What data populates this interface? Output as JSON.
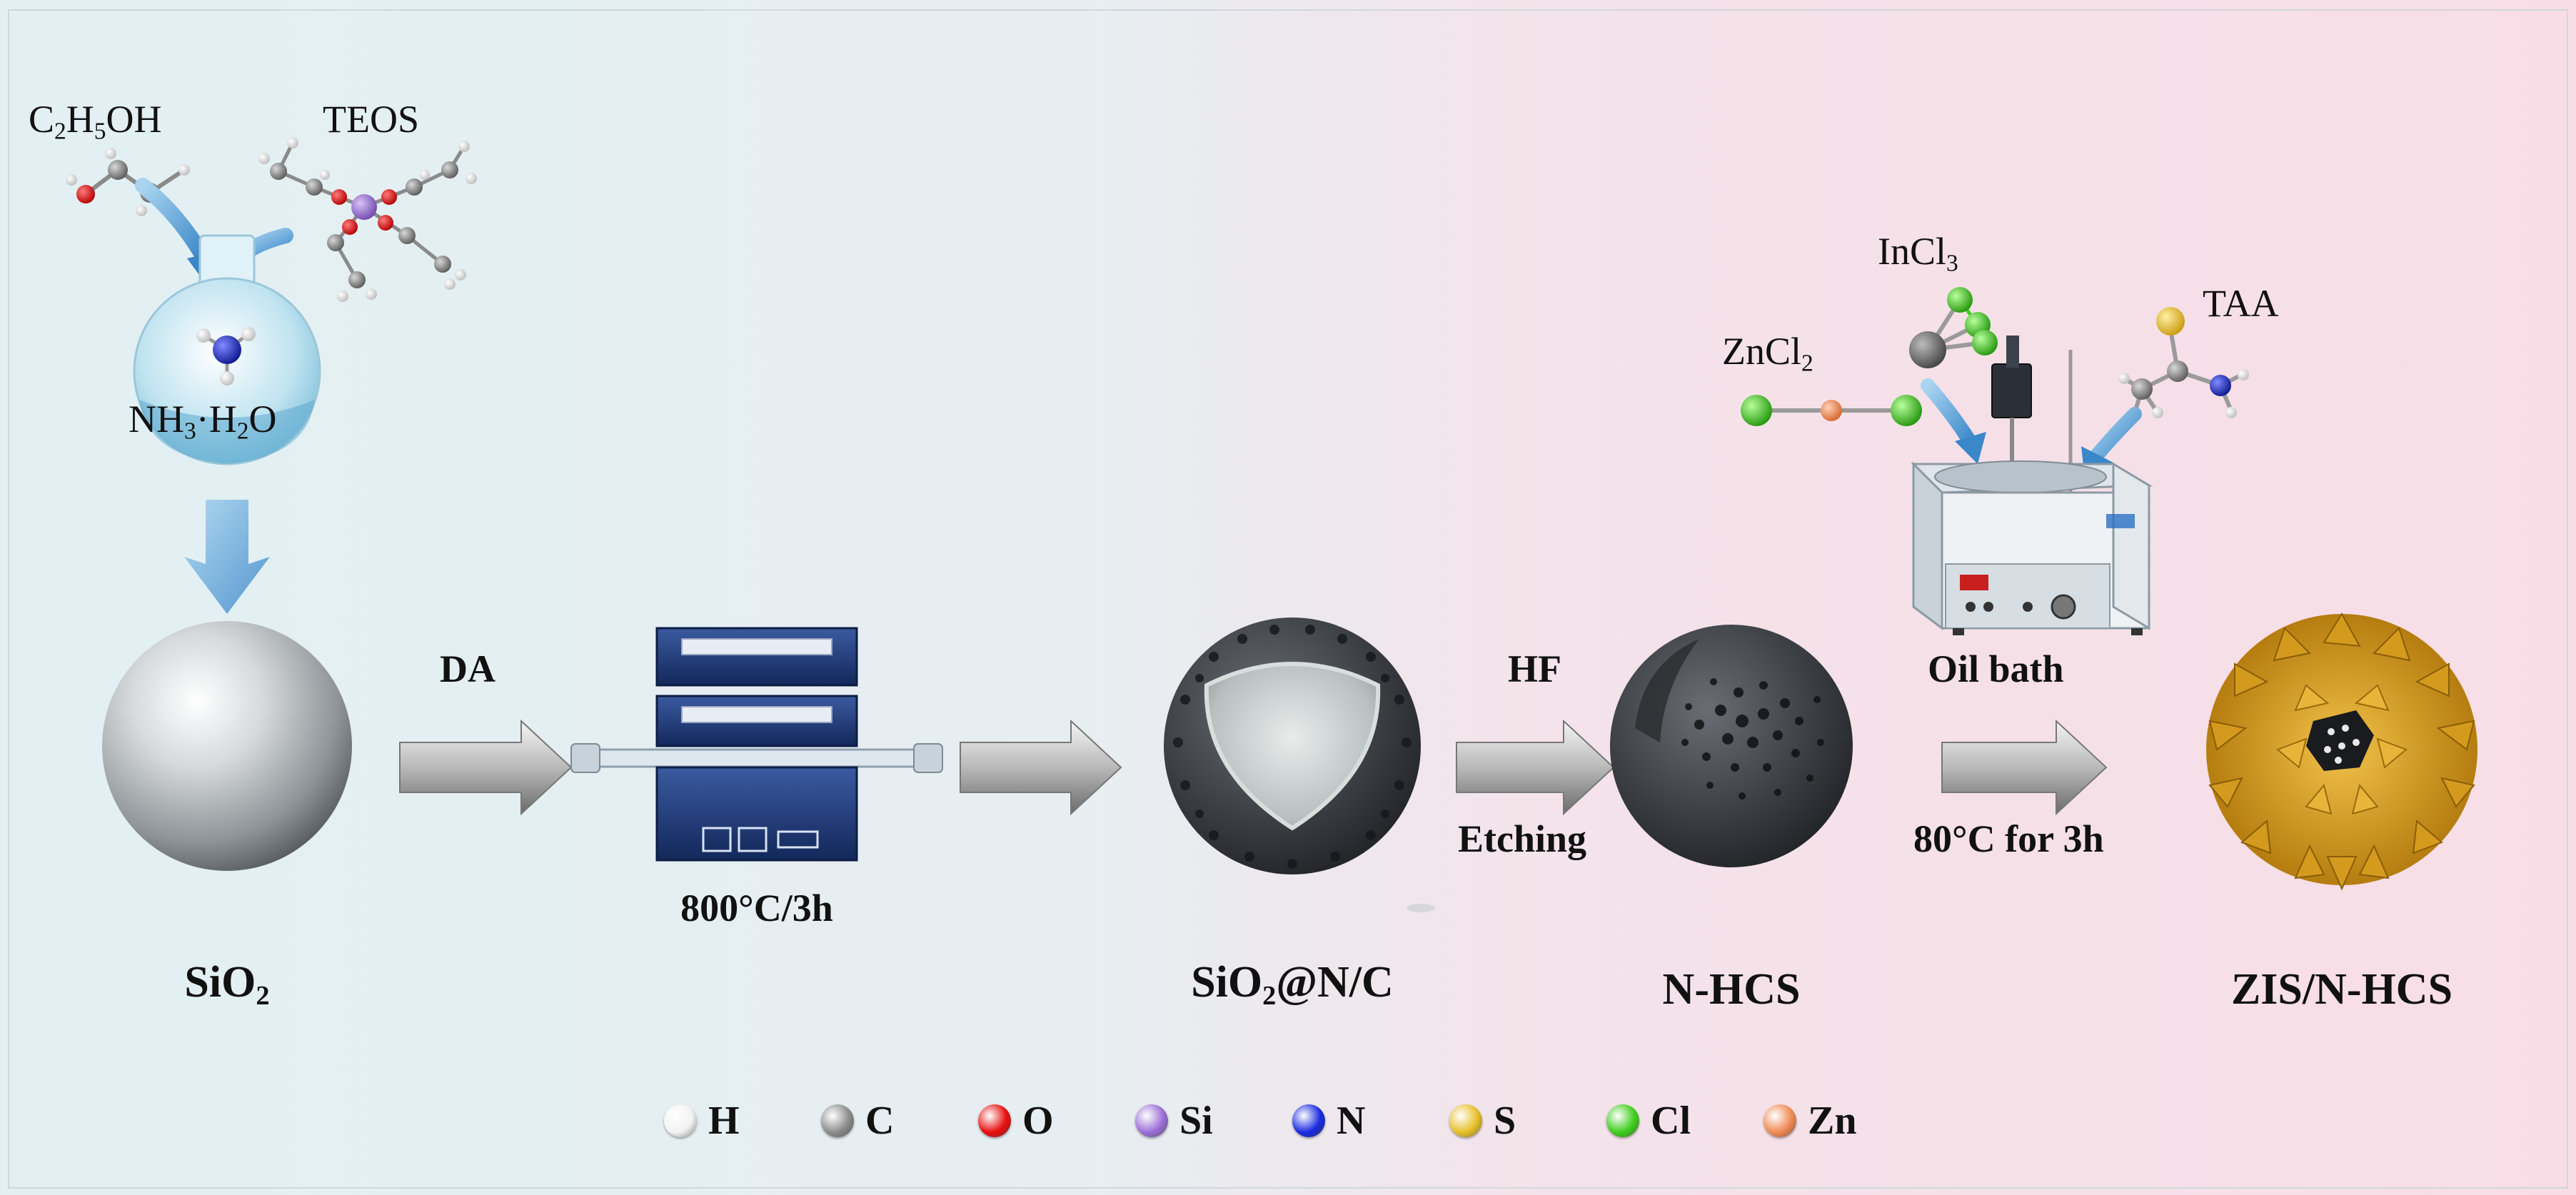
{
  "diagram": {
    "reagents": {
      "ethanol": {
        "base": "C",
        "sub1": "2",
        "mid": "H",
        "sub2": "5",
        "tail": "OH"
      },
      "teos": "TEOS",
      "ammonia": {
        "a": "NH",
        "a_sub": "3",
        "b": "·H",
        "b_sub": "2",
        "c": "O"
      },
      "incl3": {
        "base": "InCl",
        "sub": "3"
      },
      "zncl2": {
        "base": "ZnCl",
        "sub": "2"
      },
      "taa": "TAA"
    },
    "steps": {
      "da": "DA",
      "calcination": "800°C/3h",
      "hf": "HF",
      "etching": "Etching",
      "oil_bath": "Oil bath",
      "oil_bath_condition": "80°C for 3h"
    },
    "products": {
      "sio2": {
        "base": "SiO",
        "sub": "2"
      },
      "sio2_nc": {
        "base": "SiO",
        "sub": "2",
        "tail": "@N/C"
      },
      "nhcs": "N-HCS",
      "zis_nhcs": "ZIS/N-HCS"
    },
    "legend": [
      {
        "symbol": "H",
        "color": "#f2f2f2"
      },
      {
        "symbol": "C",
        "color": "#8c8c8c"
      },
      {
        "symbol": "O",
        "color": "#e81010"
      },
      {
        "symbol": "Si",
        "color": "#9b6fd6"
      },
      {
        "symbol": "N",
        "color": "#1a2be0"
      },
      {
        "symbol": "S",
        "color": "#e8c02a"
      },
      {
        "symbol": "Cl",
        "color": "#3fce1e"
      },
      {
        "symbol": "Zn",
        "color": "#f08a55"
      }
    ],
    "colors": {
      "background_left": "#e3f1f4",
      "background_right": "#f8dde6",
      "carbon_shell": "#3a3d42",
      "zis_petals": "#d39a1d",
      "furnace": "#1f3c78"
    }
  }
}
